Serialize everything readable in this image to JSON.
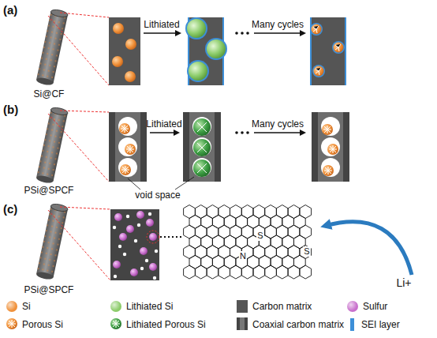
{
  "diagram": {
    "labels": [
      "(a)",
      "Si@CF",
      "Lithiated",
      "Many cycles",
      "(b)",
      "PSi@SPCF",
      "Lithiated",
      "Many cycles",
      "void space",
      "(c)",
      "PSi@SPCF",
      "S",
      "S",
      "N",
      "Li+"
    ],
    "legend": [
      {
        "text": "Si",
        "color": "#f0913a"
      },
      {
        "text": "Lithiated Si",
        "color": "#8ccc6a"
      },
      {
        "text": "Carbon matrix",
        "color": "#555555"
      },
      {
        "text": "Sulfur",
        "color": "#c86fcc"
      },
      {
        "text": "Porous Si"
      },
      {
        "text": "Lithiated Porous Si"
      },
      {
        "text": "Coaxial carbon matrix"
      },
      {
        "text": "SEI layer",
        "color": "#3d8fd8"
      }
    ]
  }
}
